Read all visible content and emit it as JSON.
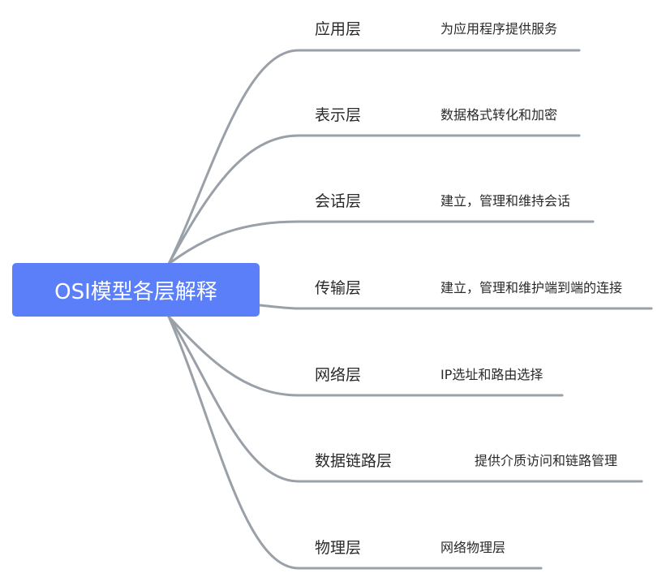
{
  "root": {
    "title": "OSI模型各层解释"
  },
  "branches": [
    {
      "layer": "应用层",
      "description": "为应用程序提供服务"
    },
    {
      "layer": "表示层",
      "description": "数据格式转化和加密"
    },
    {
      "layer": "会话层",
      "description": "建立，管理和维持会话"
    },
    {
      "layer": "传输层",
      "description": "建立，管理和维护端到端的连接"
    },
    {
      "layer": "网络层",
      "description": "IP选址和路由选择"
    },
    {
      "layer": "数据链路层",
      "description": "提供介质访问和链路管理"
    },
    {
      "layer": "物理层",
      "description": "网络物理层"
    }
  ],
  "colors": {
    "root_fill": "#5b7ff9",
    "root_text": "#ffffff",
    "connector": "#9aa0a8",
    "text": "#2a2a2a"
  }
}
